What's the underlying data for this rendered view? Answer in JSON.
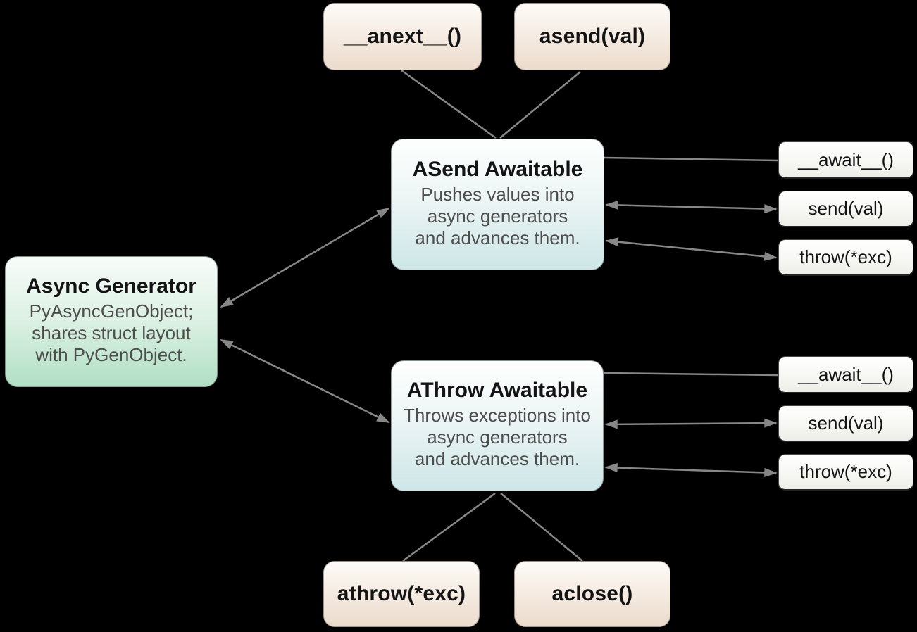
{
  "diagram": {
    "background": "#000000",
    "nodes": {
      "anext": {
        "label": "__anext__()"
      },
      "asend": {
        "label": "asend(val)"
      },
      "asend_awaitable": {
        "title": "ASend Awaitable",
        "description": "Pushes values into\nasync generators\nand advances them."
      },
      "athrow_awaitable": {
        "title": "AThrow Awaitable",
        "description": "Throws exceptions into\nasync generators\nand advances them."
      },
      "async_generator": {
        "title": "Async Generator",
        "description": "PyAsyncGenObject;\nshares struct layout\nwith PyGenObject."
      },
      "asend_methods": [
        "__await__()",
        "send(val)",
        "throw(*exc)"
      ],
      "athrow_methods": [
        "__await__()",
        "send(val)",
        "throw(*exc)"
      ],
      "athrow_call": {
        "label": "athrow(*exc)"
      },
      "aclose": {
        "label": "aclose()"
      }
    },
    "colors": {
      "background": "#000000",
      "arrow": "#878787",
      "tan_top": "#fdfbf9",
      "tan_bottom": "#ebdbcc",
      "teal_top": "#fdfffe",
      "teal_bottom": "#cde6e7",
      "green_top": "#f8fcf9",
      "green_bottom": "#b0dfc4",
      "method_top": "#ffffff",
      "method_bottom": "#eeeee8",
      "title_text": "#141414",
      "desc_text": "#4d4d4d"
    }
  }
}
